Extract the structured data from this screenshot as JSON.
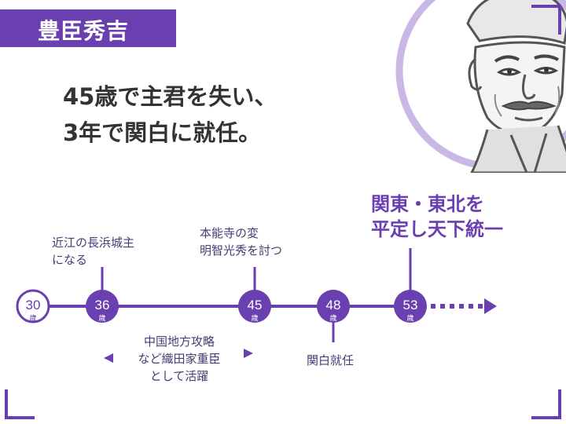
{
  "title": "豊臣秀吉",
  "headline": [
    "45歳で主君を失い、",
    "3年で関白に就任。"
  ],
  "timeline": {
    "nodes": [
      {
        "age": "30",
        "unit": "歳",
        "style": "outline"
      },
      {
        "age": "36",
        "unit": "歳",
        "style": "filled"
      },
      {
        "age": "45",
        "unit": "歳",
        "style": "filled"
      },
      {
        "age": "48",
        "unit": "歳",
        "style": "filled"
      },
      {
        "age": "53",
        "unit": "歳",
        "style": "filled"
      }
    ],
    "events": {
      "age36": [
        "近江の長浜城主",
        "になる"
      ],
      "age45": [
        "本能寺の変",
        "明智光秀を討つ"
      ],
      "age48": [
        "関白就任"
      ],
      "age53": [
        "関東・東北を",
        "平定し天下統一"
      ]
    },
    "period": [
      "中国地方攻略",
      "など織田家重臣",
      "として活躍"
    ]
  },
  "colors": {
    "accent": "#6a3fb0",
    "accent_light": "#c9b8e6",
    "text": "#333333",
    "label": "#4a3a75"
  },
  "icons": {
    "portrait": "hideyoshi-portrait-illustration",
    "arrow": "triangle-arrow"
  }
}
